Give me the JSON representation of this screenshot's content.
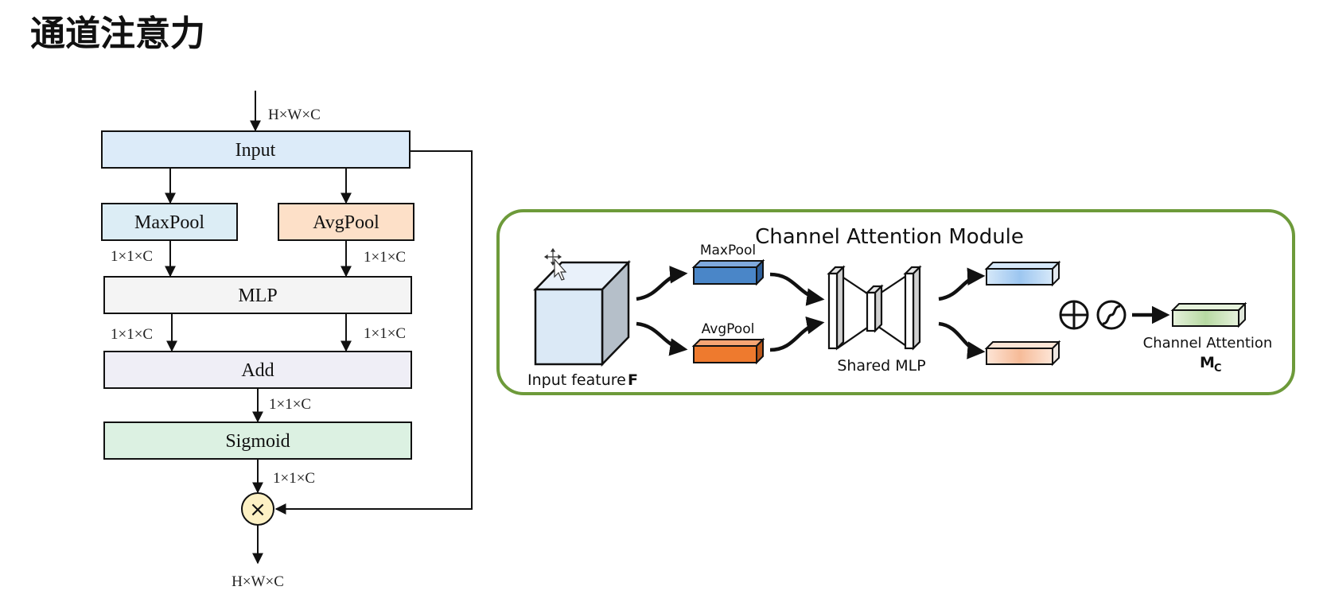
{
  "page_title": "通道注意力",
  "flowchart": {
    "input_dim": "H×W×C",
    "input": "Input",
    "maxpool": "MaxPool",
    "avgpool": "AvgPool",
    "pool_left_dim": "1×1×C",
    "pool_right_dim": "1×1×C",
    "mlp": "MLP",
    "mlp_left_dim": "1×1×C",
    "mlp_right_dim": "1×1×C",
    "add": "Add",
    "add_dim": "1×1×C",
    "sigmoid": "Sigmoid",
    "sigmoid_dim": "1×1×C",
    "multiply_symbol": "×",
    "output_dim": "H×W×C"
  },
  "module": {
    "title": "Channel Attention Module",
    "maxpool_label": "MaxPool",
    "avgpool_label": "AvgPool",
    "input_feature_label": "Input feature",
    "input_feature_symbol": "F",
    "shared_mlp_label": "Shared MLP",
    "plus_symbol": "⊕",
    "channel_attention_label": "Channel Attention",
    "mc_symbol": "M",
    "mc_subscript": "C",
    "colors": {
      "border": "#6d9a3a",
      "maxpool": "#4a86c8",
      "avgpool": "#ee7a2e",
      "cube_front": "#dbe9f6",
      "cube_side": "#b5bfc9",
      "out_blue": "#b9d6f2",
      "out_orange": "#f8cfb5",
      "out_green": "#c9e2b8"
    }
  },
  "flow_colors": {
    "input": "#dcebf9",
    "maxpool": "#dcedf5",
    "avgpool": "#fde0c8",
    "mlp": "#f4f4f4",
    "add": "#efeef6",
    "sigmoid": "#dcf1e2",
    "multiply": "#fdf1c4"
  }
}
